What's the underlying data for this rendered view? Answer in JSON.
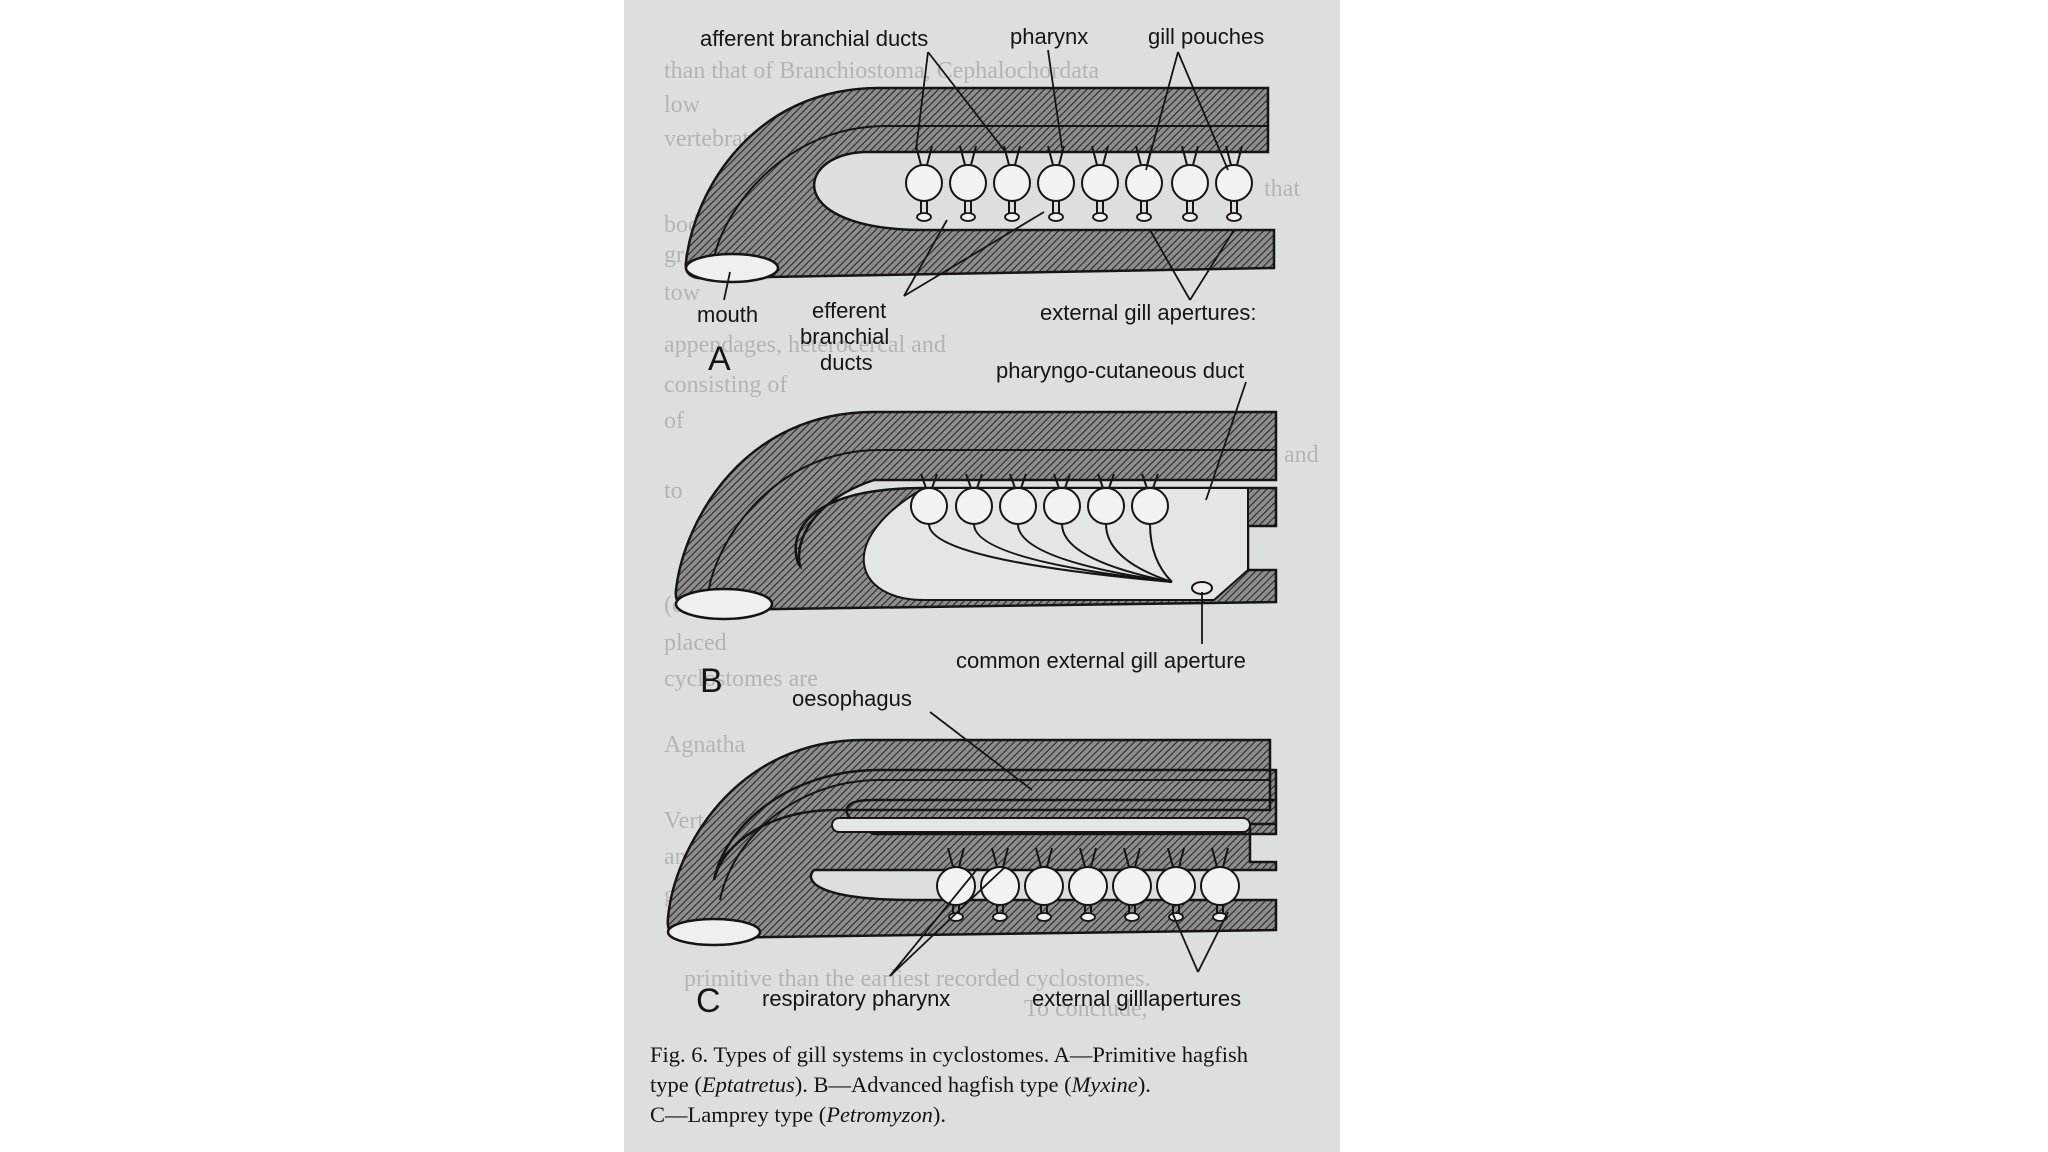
{
  "panel_a": {
    "letter": "A",
    "labels": {
      "afferent_branchial_ducts": "afferent  branchial ducts",
      "pharynx": "pharynx",
      "gill_pouches": "gill pouches",
      "mouth": "mouth",
      "efferent": "efferent",
      "branchial": "branchial",
      "ducts": "ducts",
      "external_gill_apertures": "external gill apertures:"
    }
  },
  "panel_b": {
    "letter": "B",
    "labels": {
      "pharyngo_cutaneous_duct": "pharyngo-cutaneous duct",
      "common_external_gill_aperture": "common external gill aperture"
    }
  },
  "panel_c": {
    "letter": "C",
    "labels": {
      "oesophagus": "oesophagus",
      "respiratory_pharynx": "respiratory pharynx",
      "external_gill_apertures": "external gilllapertures"
    }
  },
  "caption": {
    "line1": "Fig. 6. Types of gill systems in cyclostomes. A—Primitive hagfish",
    "line2_pre": "type (",
    "line2_italic1": "Eptatretus",
    "line2_mid": "). B—Advanced hagfish type (",
    "line2_italic2": "Myxine",
    "line2_post": ").",
    "line3_pre": "C—Lamprey type (",
    "line3_italic": "Petromyzon",
    "line3_post": ")."
  },
  "background_text": [
    "than that of Branchiostoma, Cephalochordata",
    "low",
    "vertebrates",
    "that",
    "bod",
    "gre",
    "tow",
    "appendages, heterocercal and",
    "consisting of",
    "of",
    "and",
    "to",
    "(offer",
    "placed",
    "cyclostomes are",
    "Agnatha",
    "Vertebrates",
    "and",
    "gnathostome",
    "primitive than the earliest recorded cyclostomes.",
    "To conclude,"
  ],
  "colors": {
    "page": "#dcdfe0",
    "ink": "#151515",
    "body_fill": "#6e6e6e",
    "lumen": "#e6e8e8"
  }
}
